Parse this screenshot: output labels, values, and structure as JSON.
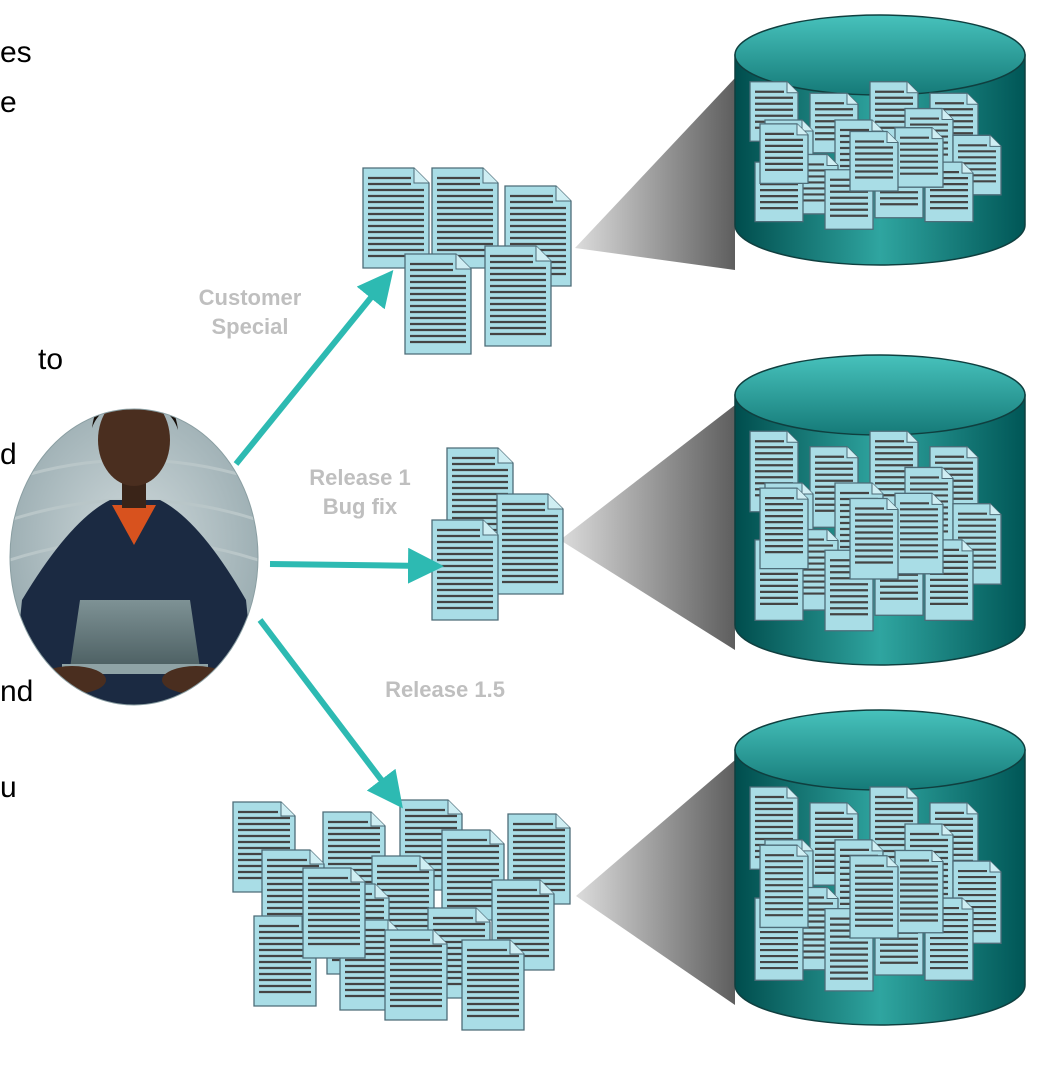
{
  "left_text_fragments": [
    "es",
    "e",
    "to",
    "d",
    "nd",
    "u"
  ],
  "branches": [
    {
      "label_lines": [
        "Customer",
        "Special"
      ],
      "document_count": 5,
      "repository_document_count": 16
    },
    {
      "label_lines": [
        "Release 1",
        "Bug fix"
      ],
      "document_count": 3,
      "repository_document_count": 16
    },
    {
      "label_lines": [
        "Release 1.5"
      ],
      "document_count": 15,
      "repository_document_count": 16
    }
  ],
  "colors": {
    "arrow": "#2dbab2",
    "label": "#bfbfbf",
    "document_fill": "#a9dde6",
    "document_stroke": "#4d6c78",
    "document_lines": "#444444",
    "cylinder_dark": "#005a5a",
    "cylinder_light": "#3fb9b3",
    "shadow_wedge": "#707070"
  },
  "icons": {
    "developer": "person-with-laptop-photo",
    "document": "document-icon",
    "repository": "database-cylinder-icon"
  }
}
